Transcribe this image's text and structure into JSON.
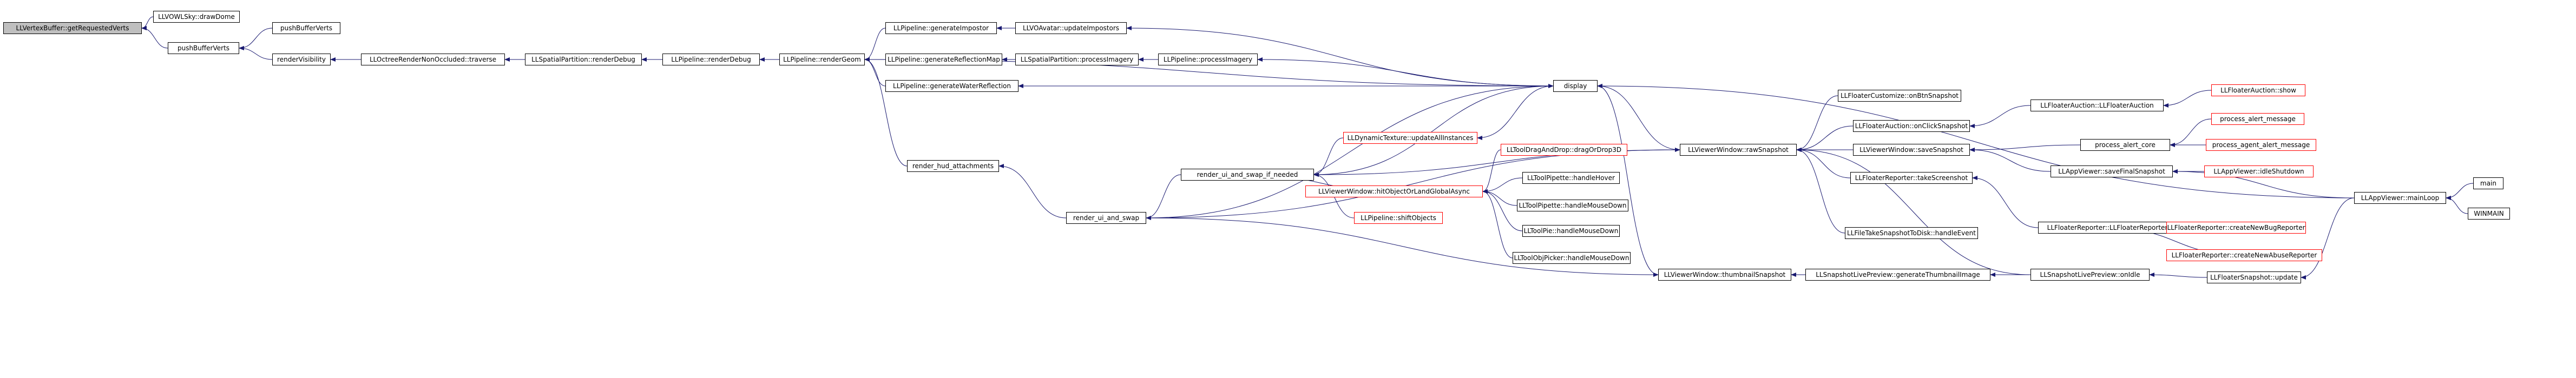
{
  "graph": {
    "edge_color": "#191970",
    "root_fill": "#bfbfbf",
    "node_border": "#000000",
    "truncated_node_border": "#ff0000",
    "nodes": [
      {
        "id": "getreq",
        "label": "LLVertexBuffer::getRequestedVerts",
        "root": true
      },
      {
        "id": "drawdome",
        "label": "LLVOWLSky::drawDome"
      },
      {
        "id": "pushbuf1",
        "label": "pushBufferVerts"
      },
      {
        "id": "pushbuf2",
        "label": "pushBufferVerts"
      },
      {
        "id": "rendervis",
        "label": "renderVisibility"
      },
      {
        "id": "octree",
        "label": "LLOctreeRenderNonOccluded::traverse"
      },
      {
        "id": "spatialdebug",
        "label": "LLSpatialPartition::renderDebug"
      },
      {
        "id": "pipedebug",
        "label": "LLPipeline::renderDebug"
      },
      {
        "id": "rendergeom",
        "label": "LLPipeline::renderGeom"
      },
      {
        "id": "genimpostor",
        "label": "LLPipeline::generateImpostor"
      },
      {
        "id": "voavatar",
        "label": "LLVOAvatar::updateImpostors"
      },
      {
        "id": "genrefl",
        "label": "LLPipeline::generateReflectionMap"
      },
      {
        "id": "spatialimg",
        "label": "LLSpatialPartition::processImagery"
      },
      {
        "id": "pipeimg",
        "label": "LLPipeline::processImagery"
      },
      {
        "id": "genwater",
        "label": "LLPipeline::generateWaterReflection"
      },
      {
        "id": "hud",
        "label": "render_hud_attachments"
      },
      {
        "id": "display",
        "label": "display"
      },
      {
        "id": "dyntex",
        "label": "LLDynamicTexture::updateAllInstances",
        "red": true
      },
      {
        "id": "rendersift",
        "label": "render_ui_and_swap_if_needed"
      },
      {
        "id": "renderswap",
        "label": "render_ui_and_swap"
      },
      {
        "id": "hitobj",
        "label": "LLViewerWindow::hitObjectOrLandGlobalAsync",
        "red": true
      },
      {
        "id": "shiftobj",
        "label": "LLPipeline::shiftObjects",
        "red": true
      },
      {
        "id": "tooldrag",
        "label": "LLToolDragAndDrop::dragOrDrop3D",
        "red": true
      },
      {
        "id": "pipettehover",
        "label": "LLToolPipette::handleHover"
      },
      {
        "id": "pipettemouse",
        "label": "LLToolPipette::handleMouseDown"
      },
      {
        "id": "toolpie",
        "label": "LLToolPie::handleMouseDown"
      },
      {
        "id": "objpicker",
        "label": "LLToolObjPicker::handleMouseDown"
      },
      {
        "id": "rawsnap",
        "label": "LLViewerWindow::rawSnapshot"
      },
      {
        "id": "thumbsnap",
        "label": "LLViewerWindow::thumbnailSnapshot"
      },
      {
        "id": "bincustom",
        "label": "LLFloaterCustomize::onBtnSnapshot"
      },
      {
        "id": "aucsnap",
        "label": "LLFloaterAuction::onClickSnapshot"
      },
      {
        "id": "savesnap",
        "label": "LLViewerWindow::saveSnapshot"
      },
      {
        "id": "takescreen",
        "label": "LLFloaterReporter::takeScreenshot"
      },
      {
        "id": "filetake",
        "label": "LLFileTakeSnapshotToDisk::handleEvent"
      },
      {
        "id": "liveprevgen",
        "label": "LLSnapshotLivePreview::generateThumbnailImage"
      },
      {
        "id": "aucctor",
        "label": "LLFloaterAuction::LLFloaterAuction"
      },
      {
        "id": "alertcore",
        "label": "process_alert_core"
      },
      {
        "id": "savefinal",
        "label": "LLAppViewer::saveFinalSnapshot"
      },
      {
        "id": "repctor",
        "label": "LLFloaterReporter::LLFloaterReporter"
      },
      {
        "id": "onidle",
        "label": "LLSnapshotLivePreview::onIdle"
      },
      {
        "id": "aucshow",
        "label": "LLFloaterAuction::show",
        "red": true
      },
      {
        "id": "alertmsg",
        "label": "process_alert_message",
        "red": true
      },
      {
        "id": "agentalert",
        "label": "process_agent_alert_message",
        "red": true
      },
      {
        "id": "idleshut",
        "label": "LLAppViewer::idleShutdown",
        "red": true
      },
      {
        "id": "newbug",
        "label": "LLFloaterReporter::createNewBugReporter",
        "red": true
      },
      {
        "id": "newabuse",
        "label": "LLFloaterReporter::createNewAbuseReporter",
        "red": true
      },
      {
        "id": "snapupdate",
        "label": "LLFloaterSnapshot::update"
      },
      {
        "id": "mainloop",
        "label": "LLAppViewer::mainLoop"
      },
      {
        "id": "main",
        "label": "main"
      },
      {
        "id": "winmain",
        "label": "WINMAIN"
      }
    ],
    "edges": [
      [
        "drawdome",
        "getreq"
      ],
      [
        "pushbuf1",
        "getreq"
      ],
      [
        "pushbuf2",
        "pushbuf1"
      ],
      [
        "rendervis",
        "pushbuf1"
      ],
      [
        "octree",
        "rendervis"
      ],
      [
        "spatialdebug",
        "octree"
      ],
      [
        "pipedebug",
        "spatialdebug"
      ],
      [
        "rendergeom",
        "pipedebug"
      ],
      [
        "genimpostor",
        "rendergeom"
      ],
      [
        "genrefl",
        "rendergeom"
      ],
      [
        "genwater",
        "rendergeom"
      ],
      [
        "display",
        "rendergeom"
      ],
      [
        "hud",
        "rendergeom"
      ],
      [
        "voavatar",
        "genimpostor"
      ],
      [
        "spatialimg",
        "genrefl"
      ],
      [
        "pipeimg",
        "spatialimg"
      ],
      [
        "display",
        "voavatar"
      ],
      [
        "display",
        "pipeimg"
      ],
      [
        "display",
        "genwater"
      ],
      [
        "renderswap",
        "hud"
      ],
      [
        "dyntex",
        "rendersift"
      ],
      [
        "hitobj",
        "rendersift"
      ],
      [
        "shiftobj",
        "rendersift"
      ],
      [
        "display",
        "rendersift"
      ],
      [
        "rawsnap",
        "rendersift"
      ],
      [
        "rendersift",
        "renderswap"
      ],
      [
        "renderswap",
        "display"
      ],
      [
        "renderswap",
        "rawsnap"
      ],
      [
        "renderswap",
        "thumbsnap"
      ],
      [
        "display",
        "dyntex"
      ],
      [
        "tooldrag",
        "hitobj"
      ],
      [
        "pipettehover",
        "hitobj"
      ],
      [
        "pipettemouse",
        "hitobj"
      ],
      [
        "toolpie",
        "hitobj"
      ],
      [
        "objpicker",
        "hitobj"
      ],
      [
        "rawsnap",
        "display"
      ],
      [
        "thumbsnap",
        "display"
      ],
      [
        "bincustom",
        "rawsnap"
      ],
      [
        "aucsnap",
        "rawsnap"
      ],
      [
        "savesnap",
        "rawsnap"
      ],
      [
        "takescreen",
        "rawsnap"
      ],
      [
        "filetake",
        "rawsnap"
      ],
      [
        "onidle",
        "rawsnap"
      ],
      [
        "liveprevgen",
        "thumbsnap"
      ],
      [
        "onidle",
        "liveprevgen"
      ],
      [
        "aucctor",
        "aucsnap"
      ],
      [
        "aucshow",
        "aucctor"
      ],
      [
        "alertcore",
        "savesnap"
      ],
      [
        "savefinal",
        "savesnap"
      ],
      [
        "alertmsg",
        "alertcore"
      ],
      [
        "agentalert",
        "alertcore"
      ],
      [
        "idleshut",
        "savefinal"
      ],
      [
        "mainloop",
        "savefinal"
      ],
      [
        "repctor",
        "takescreen"
      ],
      [
        "newbug",
        "repctor"
      ],
      [
        "newabuse",
        "repctor"
      ],
      [
        "snapupdate",
        "onidle"
      ],
      [
        "mainloop",
        "snapupdate"
      ],
      [
        "mainloop",
        "display"
      ],
      [
        "main",
        "mainloop"
      ],
      [
        "winmain",
        "mainloop"
      ]
    ]
  }
}
